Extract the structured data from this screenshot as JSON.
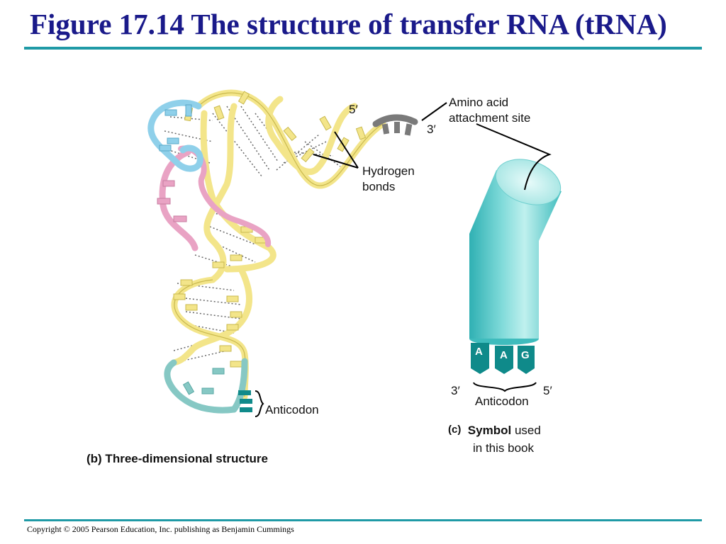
{
  "title": "Figure 17.14 The structure of transfer RNA (tRNA)",
  "copyright": "Copyright © 2005 Pearson Education, Inc. publishing as Benjamin Cummings",
  "panel_b": {
    "label_5prime": "5′",
    "label_3prime": "3′",
    "hydrogen_bonds_line1": "Hydrogen",
    "hydrogen_bonds_line2": "bonds",
    "anticodon": "Anticodon",
    "caption": "(b) Three-dimensional structure"
  },
  "panel_c": {
    "amino_acid_line1": "Amino acid",
    "amino_acid_line2": "attachment site",
    "bases": [
      "A",
      "A",
      "G"
    ],
    "label_3prime": "3′",
    "label_5prime": "5′",
    "anticodon": "Anticodon",
    "caption_letter": "(c)",
    "caption_bold": "Symbol",
    "caption_rest": "used",
    "caption_line2": "in this book"
  },
  "colors": {
    "title": "#1a1a8a",
    "rule": "#1f9aa6",
    "strand_yellow": "#f3e58a",
    "strand_pink": "#e9a3c4",
    "strand_blue": "#8fd0ea",
    "strand_teal": "#86c8c4",
    "anticodon_dark": "#0f8a8a",
    "end_gray": "#7a7a7a",
    "symbol_teal": "#4cc3c4"
  }
}
